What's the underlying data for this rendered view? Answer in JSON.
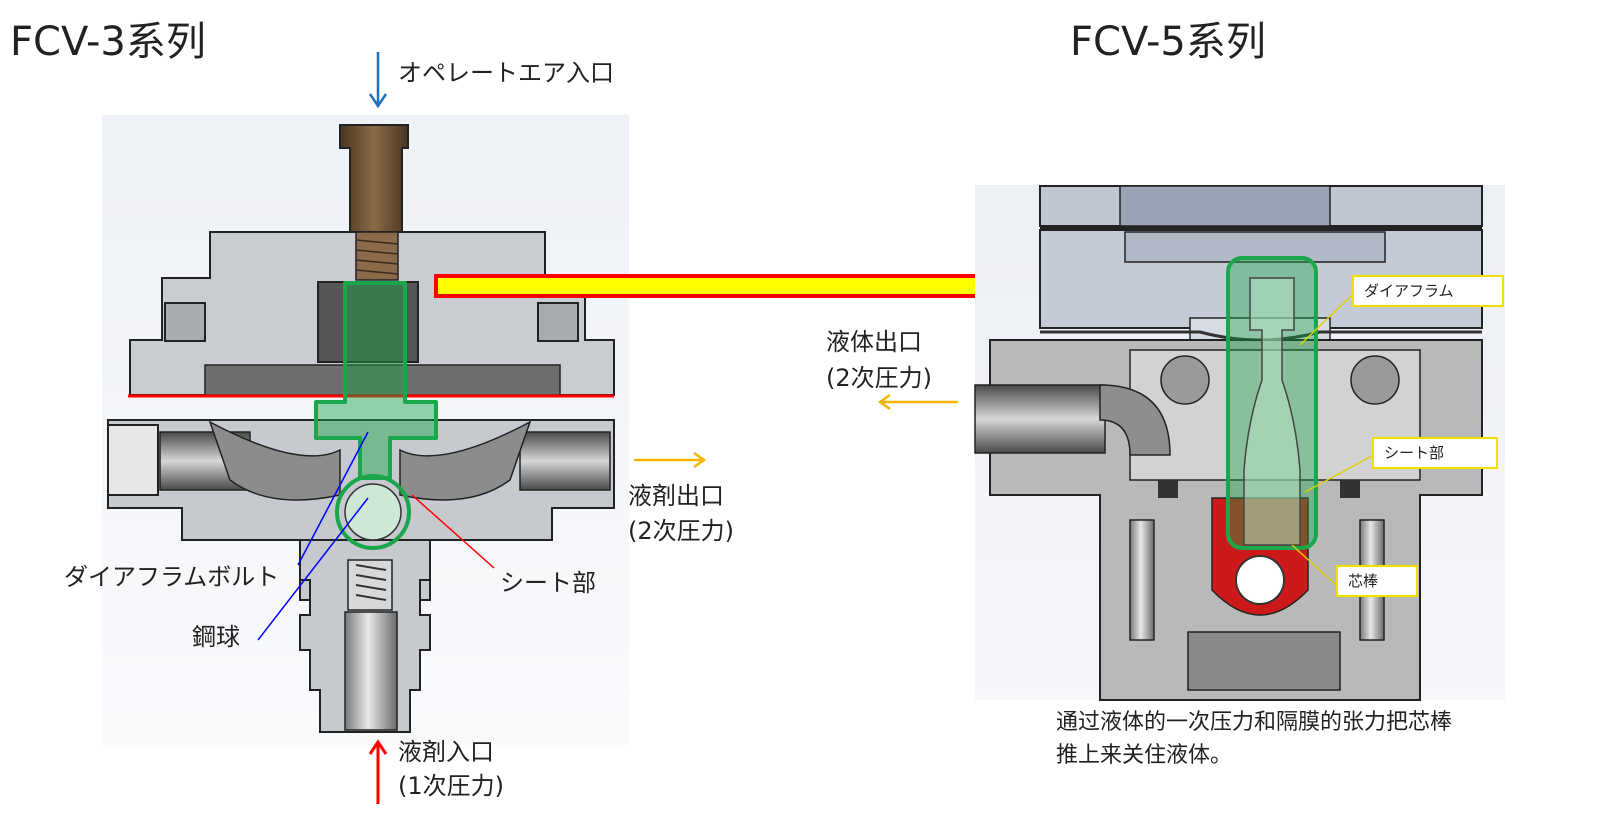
{
  "left_diagram": {
    "title": "FCV-3系列",
    "air_inlet": "オペレートエア入口",
    "outlet_line1": "液剤出口",
    "outlet_line2": "(2次圧力)",
    "inlet_line1": "液剤入口",
    "inlet_line2": "(1次圧力)",
    "diaphragm_bolt": "ダイアフラムボルト",
    "seat": "シート部",
    "steel_ball": "鋼球"
  },
  "right_diagram": {
    "title": "FCV-5系列",
    "outlet_line1": "液体出口",
    "outlet_line2": "(2次圧力)",
    "diaphragm": "ダイアフラム",
    "seat": "シート部",
    "core_rod": "芯棒",
    "note_line1": "通过液体的一次压力和隔膜的张力把芯棒",
    "note_line2": "推上来关住液体。"
  },
  "colors": {
    "highlight_green": "#1aa64a",
    "arrow_red": "#ff0000",
    "arrow_yellow": "#ffff00",
    "label_yellow": "#f0e000",
    "blue_arrow": "#1f6fc2",
    "orange_arrow": "#f5b400"
  }
}
